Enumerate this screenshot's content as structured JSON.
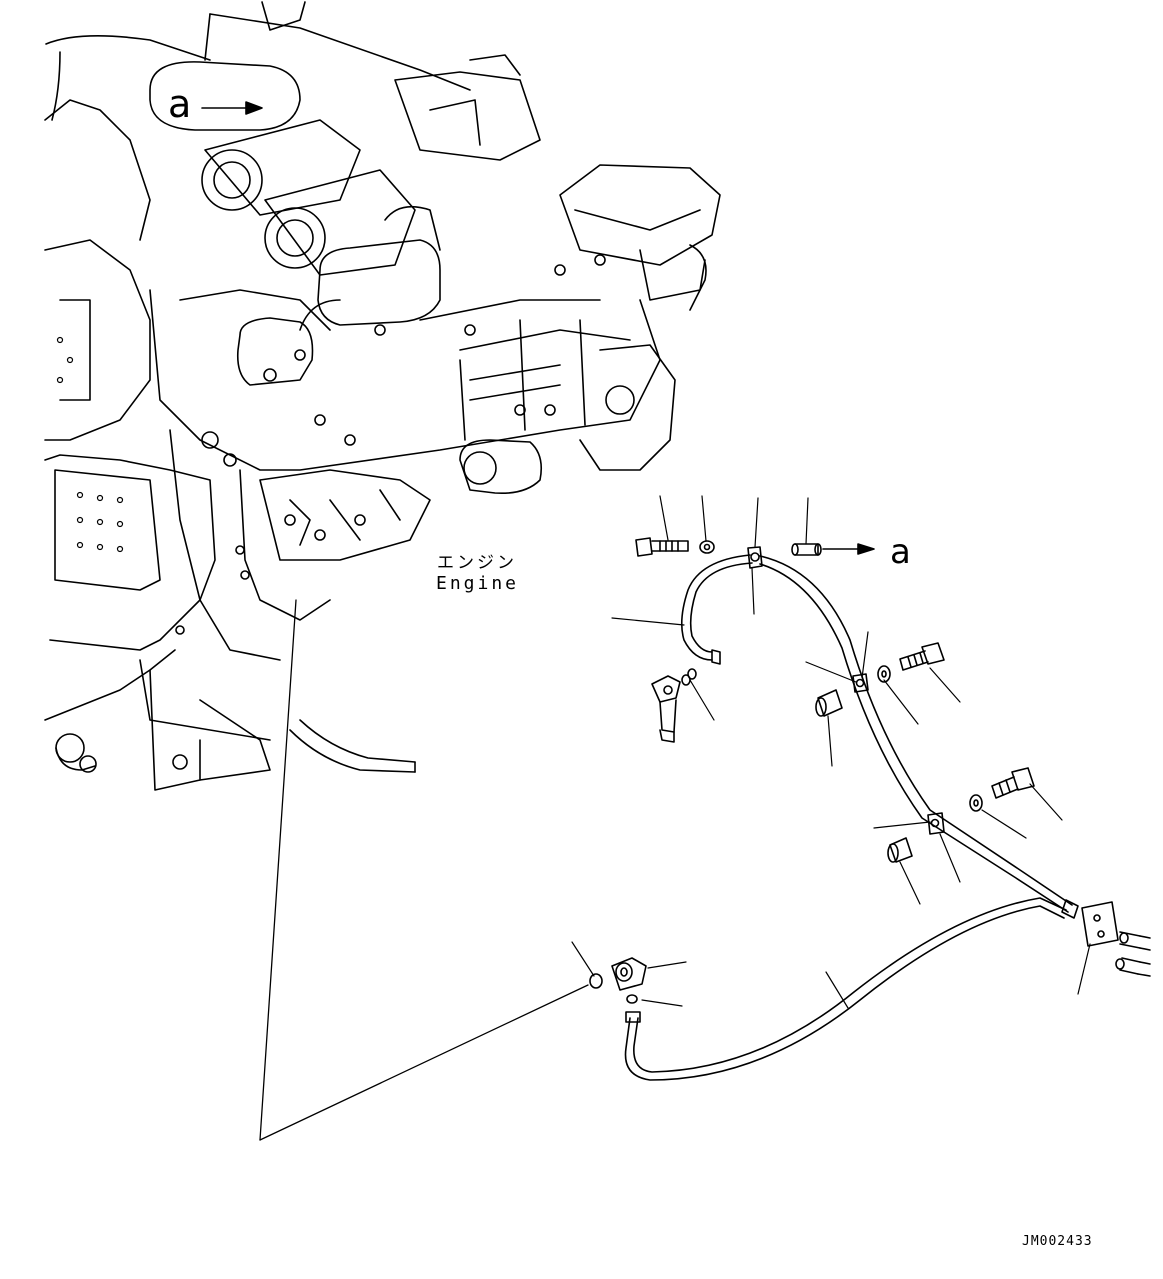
{
  "labels": {
    "engine_jp": "エンジン",
    "engine_en": "Engine",
    "ref_a_top": "a",
    "ref_a_right": "a",
    "drawing_code": "JM002433"
  },
  "colors": {
    "line": "#000000",
    "background": "#ffffff"
  }
}
